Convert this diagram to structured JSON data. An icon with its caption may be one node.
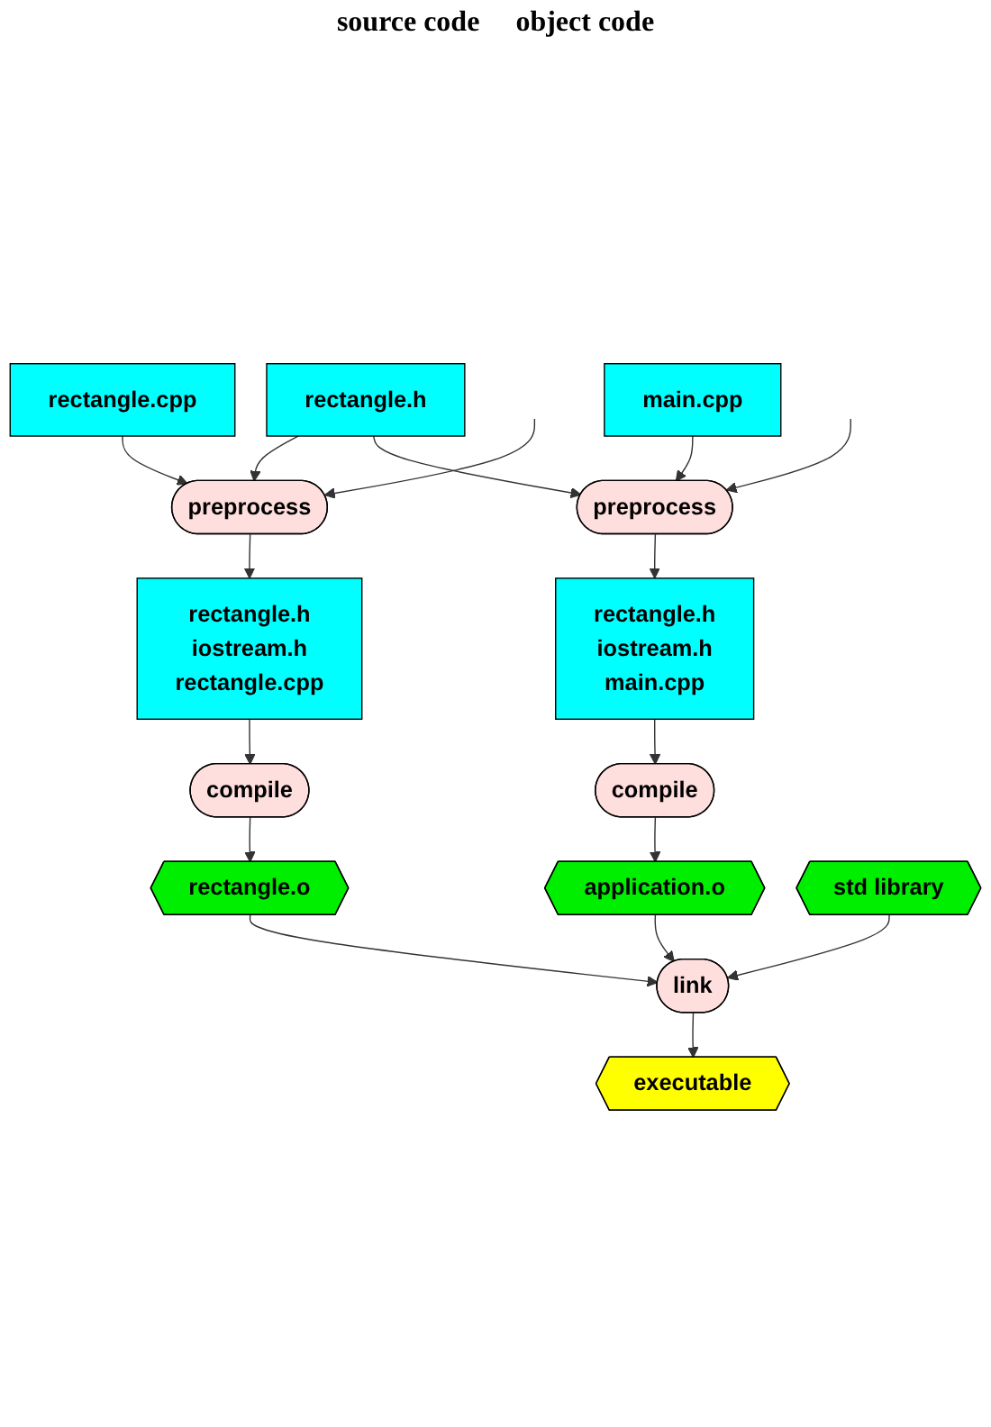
{
  "diagram": {
    "nodes": [
      {
        "text": [
          "rectangle.h"
        ]
      },
      {
        "text": [
          "rectangle.cpp"
        ]
      },
      {
        "text": [
          "main.cpp"
        ]
      },
      {
        "text": [
          "preprocess"
        ]
      },
      {
        "text": [
          "preprocess"
        ]
      },
      {
        "text": [
          "rectangle.h",
          "iostream.h",
          "rectangle.cpp"
        ]
      },
      {
        "text": [
          "rectangle.h",
          "iostream.h",
          "main.cpp"
        ]
      },
      {
        "text": [
          "compile"
        ]
      },
      {
        "text": [
          "compile"
        ]
      },
      {
        "text": [
          "rectangle.o"
        ]
      },
      {
        "text": [
          "application.o"
        ]
      },
      {
        "text": [
          "std library"
        ]
      },
      {
        "text": [
          "link"
        ]
      },
      {
        "text": [
          "executable"
        ]
      }
    ],
    "edges": [
      {
        "from": 0,
        "to": 3,
        "arrow": "to"
      },
      {
        "from": 0,
        "to": 4,
        "arrow": "to"
      },
      {
        "from": 1,
        "to": 3,
        "arrow": "to"
      },
      {
        "from": null,
        "to": 3,
        "arrow": "to"
      },
      {
        "from": 2,
        "to": 4,
        "arrow": "to"
      },
      {
        "from": null,
        "to": 4,
        "arrow": "to"
      },
      {
        "from": 3,
        "to": 5,
        "arrow": "to"
      },
      {
        "from": 4,
        "to": 6,
        "arrow": "to"
      },
      {
        "from": 5,
        "to": 7,
        "arrow": "to"
      },
      {
        "from": 6,
        "to": 8,
        "arrow": "to"
      },
      {
        "from": 7,
        "to": 9,
        "arrow": "to"
      },
      {
        "from": 8,
        "to": 10,
        "arrow": "to"
      },
      {
        "from": 9,
        "to": 12,
        "arrow": "to"
      },
      {
        "from": 10,
        "to": 12,
        "arrow": "to"
      },
      {
        "from": 11,
        "to": 12,
        "arrow": "to"
      },
      {
        "from": 12,
        "to": 13,
        "arrow": "to"
      }
    ],
    "labels": [
      "source code",
      "object code"
    ]
  }
}
